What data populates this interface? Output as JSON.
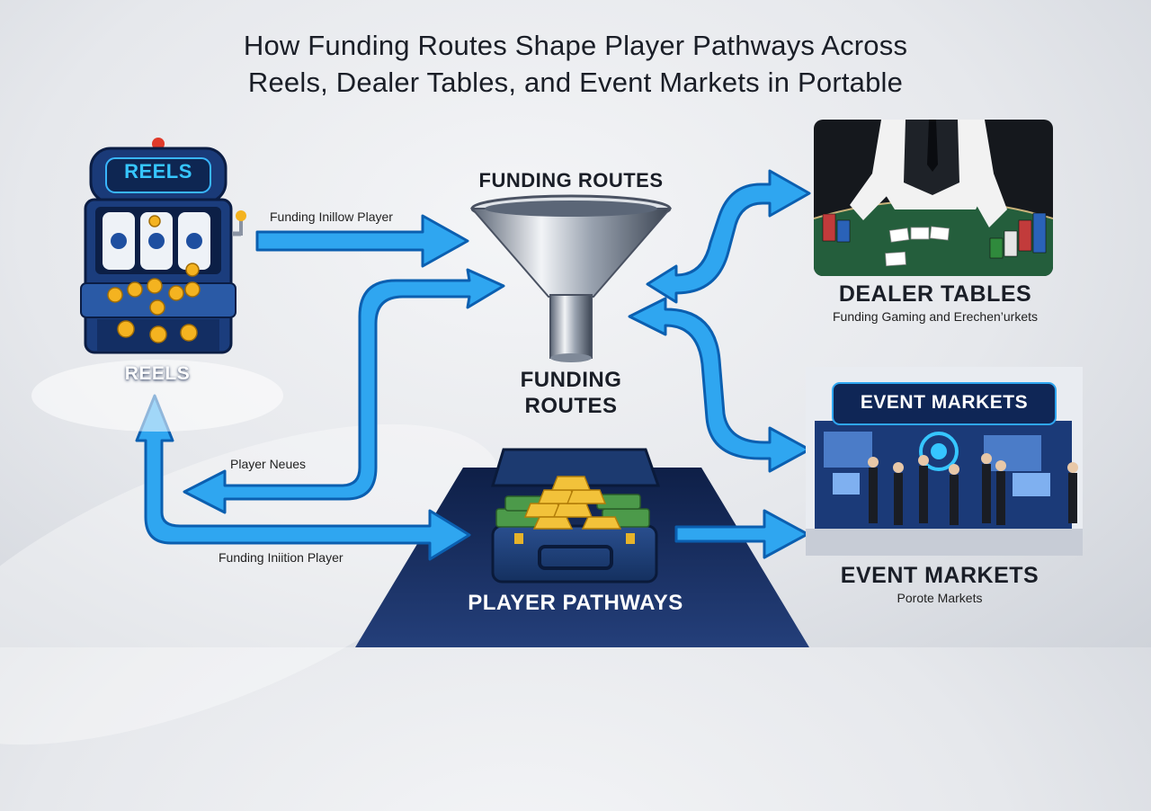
{
  "title": {
    "line1": "How Funding Routes Shape Player Pathways Across",
    "line2": "Reels, Dealer Tables, and Event Markets in Portable"
  },
  "reels": {
    "sign": "REELS",
    "label": "REELS",
    "icon": "slot-machine-icon"
  },
  "funnel": {
    "heading": "FUNDING ROUTES",
    "label_line1": "FUNDING",
    "label_line2": "ROUTES",
    "icon": "funnel-icon"
  },
  "dealer_tables": {
    "label": "DEALER TABLES",
    "sublabel": "Funding Gaming and Erechen’urkets",
    "image": "dealer-table-photo"
  },
  "event_markets": {
    "sign": "EVENT MARKETS",
    "label": "EVENT MARKETS",
    "sublabel": "Porote Markets",
    "image": "event-booth-photo"
  },
  "player_pathways": {
    "label": "PLAYER PATHWAYS",
    "icon": "briefcase-icon"
  },
  "arrows": {
    "reels_to_funnel": "Funding Inillow Player",
    "funnel_to_reels": "Player Neues",
    "reels_to_pathways": "Funding Iniition Player"
  },
  "colors": {
    "arrow_blue": "#2fa6f0",
    "arrow_edge": "#0b5fb0",
    "navy": "#142b5a",
    "title_text": "#1a1e27"
  }
}
